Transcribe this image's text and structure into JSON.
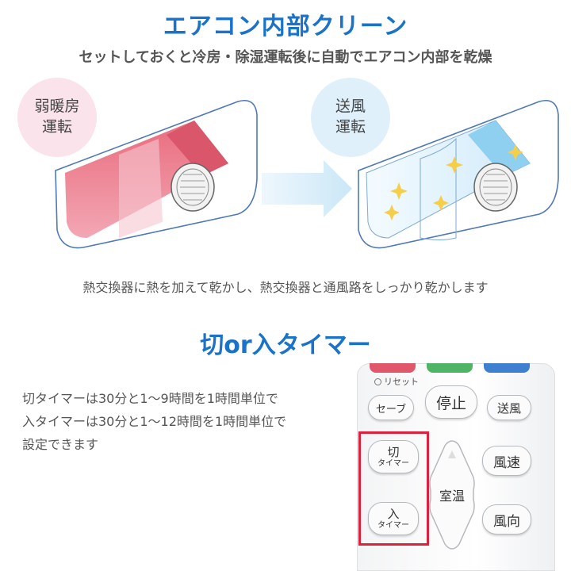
{
  "section1": {
    "title": "エアコン内部クリーン",
    "subtitle": "セットしておくと冷房・除湿運転後に自動でエアコン内部を乾燥",
    "step1_line1": "弱暖房",
    "step1_line2": "運転",
    "step2_line1": "送風",
    "step2_line2": "運転",
    "caption": "熱交換器に熱を加えて乾かし、熱交換器と通風路をしっかり乾かします"
  },
  "section2": {
    "title": "切or入タイマー",
    "desc_lines": [
      "切タイマーは30分と1～9時間を1時間単位で",
      "入タイマーは30分と1～12時間を1時間単位で",
      "設定できます"
    ]
  },
  "remote": {
    "reset": "リセット",
    "set": "セーブ",
    "stop": "停止",
    "fan": "送風",
    "off_timer_top": "切",
    "off_timer_bottom": "タイマー",
    "on_timer_top": "入",
    "on_timer_bottom": "タイマー",
    "room_temp": "室温",
    "fan_speed": "風速",
    "direction": "風向"
  },
  "colors": {
    "title_blue": "#1a73c8",
    "warm_red": "#e04a62",
    "cool_blue": "#bfe3f6",
    "highlight_red": "#e0203a"
  }
}
